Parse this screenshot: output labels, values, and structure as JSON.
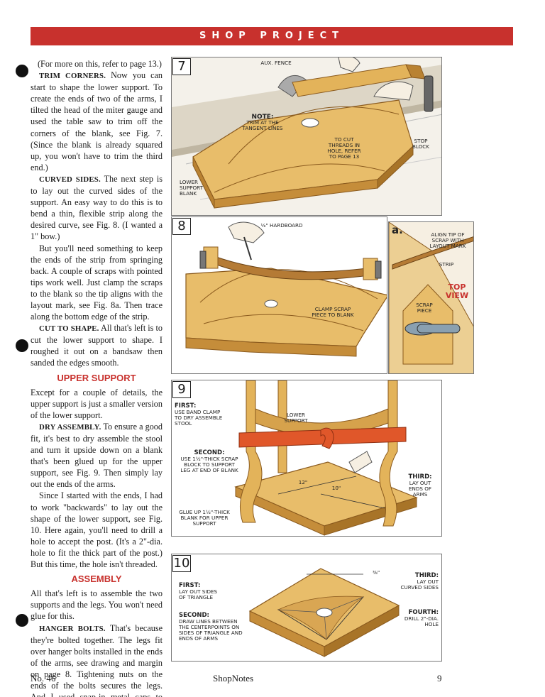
{
  "header": {
    "banner": "SHOP PROJECT"
  },
  "col": {
    "p1": "(For more on this, refer to page 13.)",
    "trim_head": "TRIM CORNERS.",
    "trim_body": " Now you can start to shape the lower support. To create the ends of two of the arms, I tilted the head of the miter gauge and used the table saw to trim off the corners of the blank, see Fig. 7. (Since the blank is already squared up, you won't have to trim the third end.)",
    "curved_head": "CURVED SIDES.",
    "curved_body": " The next step is to lay out the curved sides of the support. An easy way to do this is to bend a thin, flexible strip along the desired curve, see Fig. 8. (I wanted a 1\" bow.)",
    "p4": "But you'll need something to keep the ends of the strip from springing back. A couple of scraps with pointed tips work well. Just clamp the scraps to the blank so the tip aligns with the layout mark, see Fig. 8a. Then trace along the bottom edge of the strip.",
    "cut_head": "CUT TO SHAPE.",
    "cut_body": " All that's left is to cut the lower support to shape. I roughed it out on a bandsaw then sanded the edges smooth.",
    "upper_title": "UPPER SUPPORT",
    "p6": "Except for a couple of details, the upper support is just a smaller version of the lower support.",
    "dry_head": "DRY ASSEMBLY.",
    "dry_body": " To ensure a good fit, it's best to dry assemble the stool and turn it upside down on a blank that's been glued up for the upper support, see Fig. 9. Then simply lay out the ends of the arms.",
    "p8": "Since I started with the ends, I had to work \"backwards\" to lay out the shape of the lower support, see Fig. 10. Here again, you'll need to drill a hole to accept the post. (It's a 2\"-dia. hole to fit the thick part of the post.) But this time, the hole isn't threaded.",
    "assembly_title": "ASSEMBLY",
    "p9": "All that's left is to assemble the two supports and the legs. You won't need glue for this.",
    "hanger_head": "HANGER BOLTS.",
    "hanger_body": " That's because they're bolted together. The legs fit over hanger bolts installed in the ends of the arms, see drawing and margin on page 8. Tightening nuts on the ends of the bolts secures the legs. And I used snap-in metal caps to cover the bolts."
  },
  "fig7": {
    "num": "7",
    "aux_fence": "AUX. FENCE",
    "note_head": "NOTE:",
    "note_body": "TRIM AT THE TANGENT LINES",
    "threads": "TO CUT THREADS IN HOLE, REFER TO PAGE 13",
    "stop_block": "STOP BLOCK",
    "lower_support": "LOWER SUPPORT BLANK"
  },
  "fig8": {
    "num": "8",
    "hardboard": "⅛\" HARDBOARD",
    "clamp": "CLAMP SCRAP PIECE TO BLANK"
  },
  "fig8a": {
    "letter": "a.",
    "align": "ALIGN TIP OF SCRAP WITH LAYOUT MARK",
    "strip": "STRIP",
    "topview": "TOP VIEW",
    "scrap": "SCRAP PIECE"
  },
  "fig9": {
    "num": "9",
    "first_head": "FIRST:",
    "first_body": "USE BAND CLAMP TO DRY ASSEMBLE STOOL",
    "lower_support": "LOWER SUPPORT",
    "second_head": "SECOND:",
    "second_body": "USE 1½\"-THICK SCRAP BLOCK TO SUPPORT LEG AT END OF BLANK",
    "dim1": "12\"",
    "dim2": "10\"",
    "third_head": "THIRD:",
    "third_body": "LAY OUT ENDS OF ARMS",
    "glue": "GLUE UP 1½\"-THICK BLANK FOR UPPER SUPPORT"
  },
  "fig10": {
    "num": "10",
    "dim": "⅜\"",
    "first_head": "FIRST:",
    "first_body": "LAY OUT SIDES OF TRIANGLE",
    "second_head": "SECOND:",
    "second_body": "DRAW LINES BETWEEN THE CENTERPOINTS ON SIDES OF TRIANGLE AND ENDS OF ARMS",
    "third_head": "THIRD:",
    "third_body": "LAY OUT CURVED SIDES",
    "fourth_head": "FOURTH:",
    "fourth_body": "DRILL 2\"-DIA. HOLE"
  },
  "footer": {
    "left": "No. 46",
    "center": "ShopNotes",
    "right": "9"
  },
  "colors": {
    "accent": "#c8312d",
    "wood": "#e3b35a",
    "wood_dark": "#b98232",
    "clamp": "#e0572a"
  }
}
